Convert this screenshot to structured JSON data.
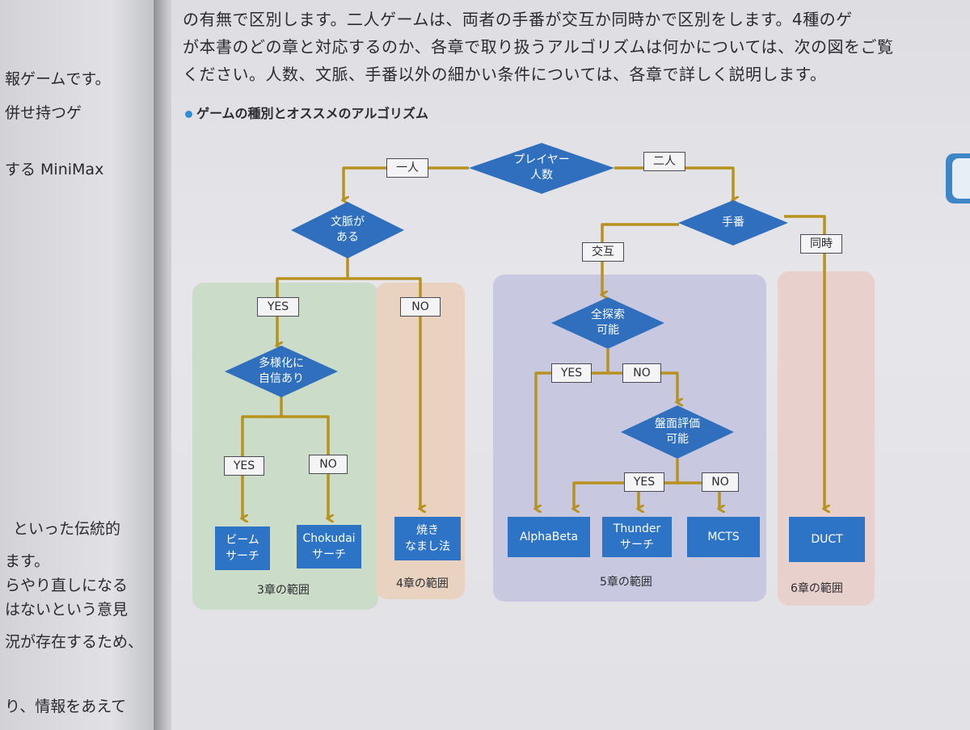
{
  "left_page": {
    "fragments": [
      "報ゲームです。",
      "併せ持つゲ",
      "する MiniMax",
      "といった伝統的",
      "ます。",
      "らやり直しになる",
      "はないという意見",
      "況が存在するため、",
      "り、情報をあえて"
    ]
  },
  "right_page": {
    "body_lines": [
      "の有無で区別します。二人ゲームは、両者の手番が交互か同時かで区別をします。4種のゲ",
      "が本書のどの章と対応するのか、各章で取り扱うアルゴリズムは何かについては、次の図をご覧",
      "ください。人数、文脈、手番以外の細かい条件については、各章で詳しく説明します。"
    ],
    "figure_caption": "ゲームの種別とオススメのアルゴリズム"
  },
  "flowchart": {
    "decisions": {
      "players": [
        "プレイヤー",
        "人数"
      ],
      "context": [
        "文脈が",
        "ある"
      ],
      "turn": [
        "手番"
      ],
      "diversify": [
        "多様化に",
        "自信あり"
      ],
      "full_search": [
        "全探索",
        "可能"
      ],
      "board_eval": [
        "盤面評価",
        "可能"
      ]
    },
    "edge_labels": {
      "one_player": "一人",
      "two_player": "二人",
      "alternate": "交互",
      "simultaneous": "同時",
      "context_yes": "YES",
      "context_no": "NO",
      "diversify_yes": "YES",
      "diversify_no": "NO",
      "full_search_yes": "YES",
      "full_search_no": "NO",
      "board_eval_yes": "YES",
      "board_eval_no": "NO"
    },
    "algorithms": {
      "beam": [
        "ビーム",
        "サーチ"
      ],
      "chokudai": [
        "Chokudai",
        "サーチ"
      ],
      "annealing": [
        "焼き",
        "なまし法"
      ],
      "alphabeta": [
        "AlphaBeta"
      ],
      "thunder": [
        "Thunder",
        "サーチ"
      ],
      "mcts": [
        "MCTS"
      ],
      "duct": [
        "DUCT"
      ]
    },
    "chapters": {
      "ch3": "3章の範囲",
      "ch4": "4章の範囲",
      "ch5": "5章の範囲",
      "ch6": "6章の範囲"
    },
    "colors": {
      "diamond": "#2f6fbd",
      "box": "#2d74c7",
      "arrow": "#b8921e",
      "region_green": "#cbdcc8",
      "region_orange": "#e9d3c0",
      "region_purple": "#c8c9e0",
      "region_red": "#e8d0cc"
    }
  }
}
